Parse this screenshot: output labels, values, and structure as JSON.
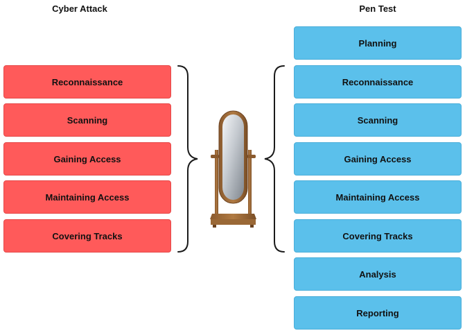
{
  "left": {
    "title": "Cyber Attack",
    "color": "#ff5a5a",
    "steps": [
      "Reconnaissance",
      "Scanning",
      "Gaining Access",
      "Maintaining Access",
      "Covering Tracks"
    ]
  },
  "right": {
    "title": "Pen Test",
    "color": "#5bc0eb",
    "steps": [
      "Planning",
      "Reconnaissance",
      "Scanning",
      "Gaining Access",
      "Maintaining Access",
      "Covering Tracks",
      "Analysis",
      "Reporting"
    ]
  },
  "icons": {
    "center": "mirror-icon"
  }
}
